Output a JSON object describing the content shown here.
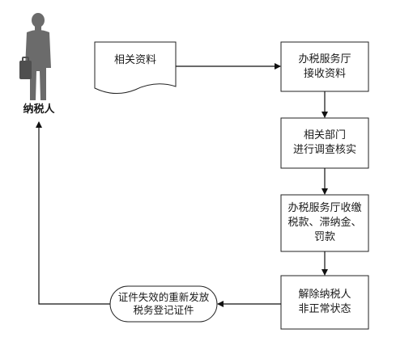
{
  "diagram": {
    "taxpayer_label": "纳税人",
    "nodes": {
      "materials": "相关资料",
      "hall_receive": "办税服务厅\n接收资料",
      "investigate": "相关部门\n进行调查核实",
      "collect_tax": "办税服务厅收缴\n税款、滞纳金、\n罚款",
      "lift_status": "解除纳税人\n非正常状态",
      "reissue_cert": "证件失效的重新发放\n税务登记证件"
    }
  }
}
